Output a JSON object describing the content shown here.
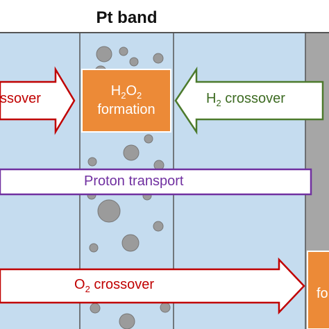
{
  "title": "Pt band",
  "labels": {
    "h2o2_box_line1_main": "H",
    "h2o2_box_sub1": "2",
    "h2o2_box_mid": "O",
    "h2o2_box_sub2": "2",
    "h2o2_box_line2": "formation",
    "left_arrow_fragment": "ssover",
    "h2_main": "H",
    "h2_sub": "2",
    "h2_rest": " crossover",
    "proton": "Proton transport",
    "o2_main": "O",
    "o2_sub": "2",
    "o2_rest": " crossover",
    "right_box_fragment": "fo"
  },
  "colors": {
    "membrane": "#c5dcef",
    "grid_line": "#555555",
    "pt_particle": "#9b9b9b",
    "electrode": "#a6a6a6",
    "h2o2_box": "#ec8a37",
    "o2_arrow": "#c00000",
    "h2_arrow": "#4c7a2c",
    "proton_arrow": "#7030a0"
  }
}
